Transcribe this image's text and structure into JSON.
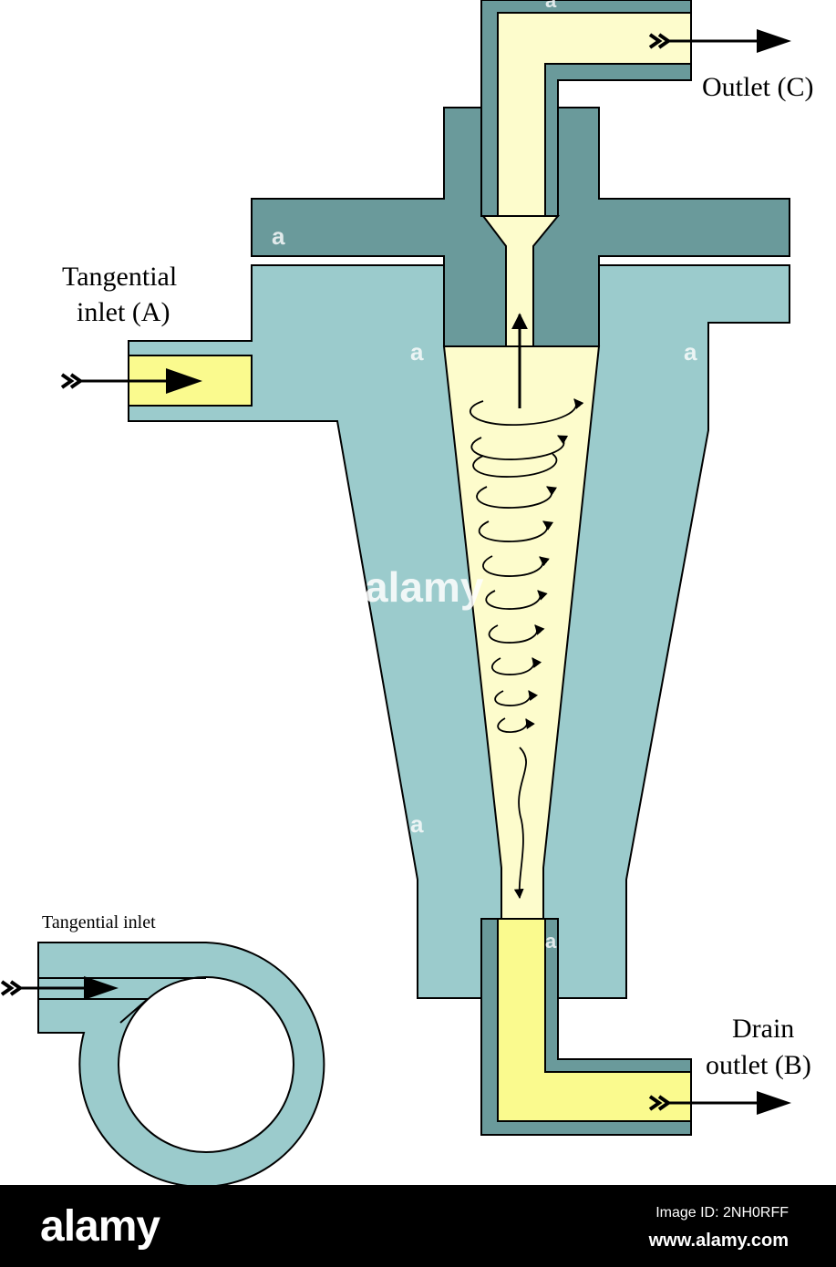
{
  "labels": {
    "outlet_c": "Outlet (C)",
    "tangential_inlet_line1": "Tangential",
    "tangential_inlet_line2": "inlet (A)",
    "drain_line1": "Drain",
    "drain_line2": "outlet (B)",
    "inset_label": "Tangential inlet"
  },
  "watermark": {
    "center_text": "alamy",
    "corner_mark": "a"
  },
  "footer": {
    "logo": "alamy",
    "image_id": "Image ID: 2NH0RFF",
    "site": "www.alamy.com"
  },
  "colors": {
    "body_light_teal": "#9bcbcc",
    "body_dark_teal": "#6a9a9b",
    "fluid_pale_yellow": "#fdfccc",
    "inlet_yellow": "#fafa8e",
    "arrow": "#000000",
    "footer_bg": "#000000"
  }
}
